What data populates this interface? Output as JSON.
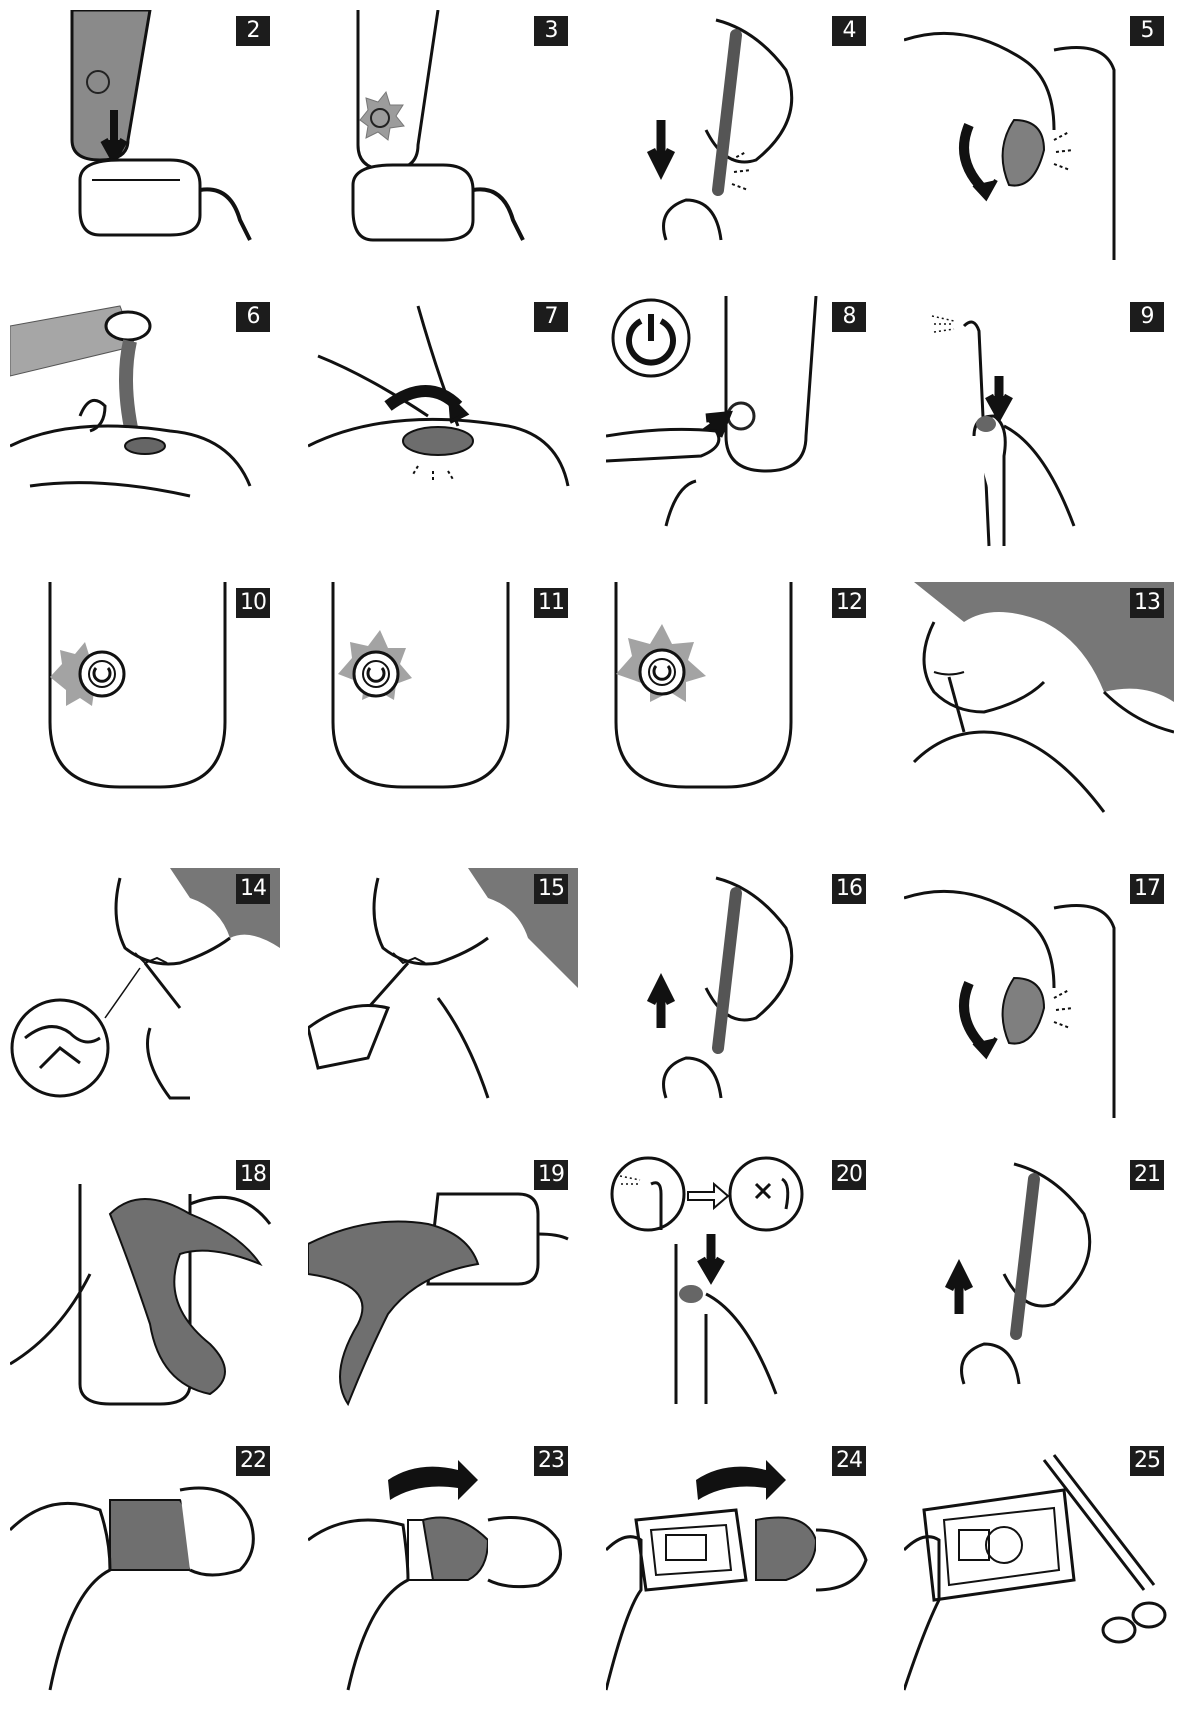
{
  "steps": [
    {
      "number": "2",
      "icon": "handle-on-charger-illustration"
    },
    {
      "number": "3",
      "icon": "charging-light-illustration"
    },
    {
      "number": "4",
      "icon": "attach-nozzle-illustration"
    },
    {
      "number": "5",
      "icon": "open-reservoir-illustration"
    },
    {
      "number": "6",
      "icon": "fill-reservoir-illustration"
    },
    {
      "number": "7",
      "icon": "close-reservoir-illustration"
    },
    {
      "number": "8",
      "icon": "press-power-button-illustration"
    },
    {
      "number": "9",
      "icon": "prime-spray-illustration"
    },
    {
      "number": "10",
      "icon": "mode-light-1-illustration"
    },
    {
      "number": "11",
      "icon": "mode-light-2-illustration"
    },
    {
      "number": "12",
      "icon": "mode-light-3-illustration"
    },
    {
      "number": "13",
      "icon": "nozzle-in-mouth-illustration"
    },
    {
      "number": "14",
      "icon": "floss-between-teeth-illustration"
    },
    {
      "number": "15",
      "icon": "continue-flossing-illustration"
    },
    {
      "number": "16",
      "icon": "remove-nozzle-illustration"
    },
    {
      "number": "17",
      "icon": "open-reservoir-again-illustration"
    },
    {
      "number": "18",
      "icon": "dry-handle-with-cloth-illustration"
    },
    {
      "number": "19",
      "icon": "wipe-charger-illustration"
    },
    {
      "number": "20",
      "icon": "clear-water-illustration"
    },
    {
      "number": "21",
      "icon": "detach-nozzle-illustration"
    },
    {
      "number": "22",
      "icon": "grip-bottom-cap-illustration"
    },
    {
      "number": "23",
      "icon": "twist-cap-off-illustration"
    },
    {
      "number": "24",
      "icon": "remove-inner-battery-illustration"
    },
    {
      "number": "25",
      "icon": "cut-wires-illustration"
    }
  ]
}
